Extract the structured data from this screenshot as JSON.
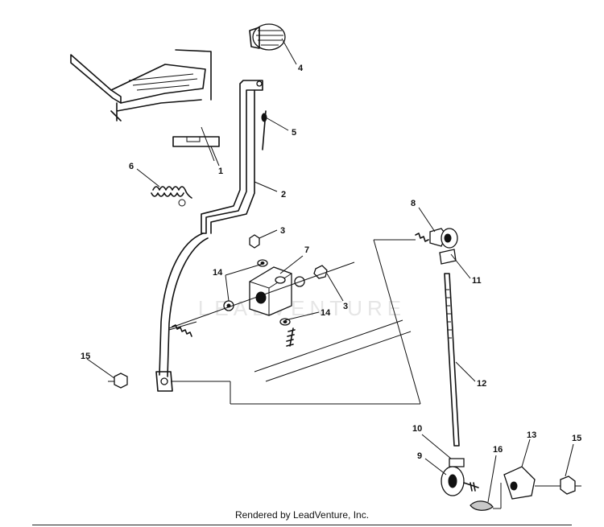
{
  "labels": {
    "p1": "1",
    "p2": "2",
    "p3a": "3",
    "p3b": "3",
    "p4": "4",
    "p5": "5",
    "p6": "6",
    "p7": "7",
    "p8": "8",
    "p9": "9",
    "p10": "10",
    "p11": "11",
    "p12": "12",
    "p13": "13",
    "p14a": "14",
    "p14b": "14",
    "p15a": "15",
    "p15b": "15",
    "p16": "16"
  },
  "watermark": "LEADVENTURE",
  "footer": "Rendered by LeadVenture, Inc."
}
